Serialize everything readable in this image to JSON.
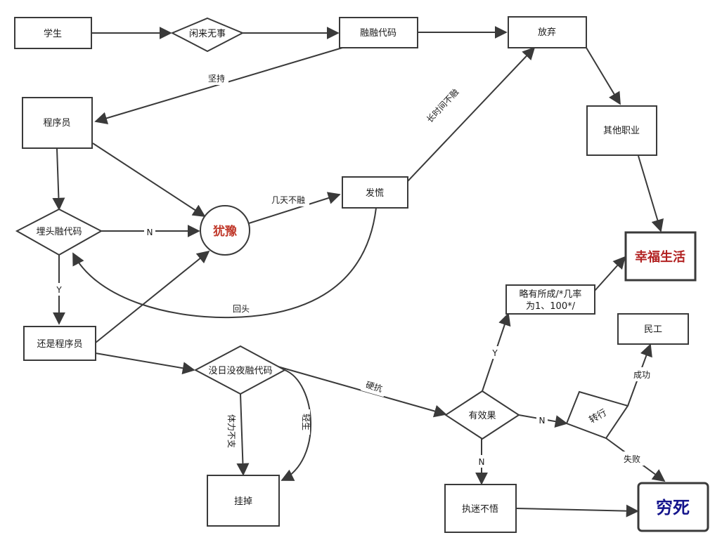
{
  "colors": {
    "line": "#3a3a3a",
    "hesitate": "#c0392b",
    "happy": "#b22222",
    "poor": "#14148c"
  },
  "nodes": {
    "student": "学生",
    "idle": "闲来无事",
    "hack_code": "融融代码",
    "give_up": "放弃",
    "programmer": "程序员",
    "other_job": "其他职业",
    "bury_head": "埋头融代码",
    "hesitate": "犹豫",
    "panic": "发慌",
    "happy_life": "幸福生活",
    "still_programmer": "还是程序员",
    "day_night": "没日没夜融代码",
    "some_success": "略有所成/*几率",
    "some_success_2": "为1、100*/",
    "worker": "民工",
    "effective": "有效果",
    "change_job": "转行",
    "die": "挂掉",
    "stubborn": "执迷不悟",
    "poor_death": "穷死"
  },
  "edge_labels": {
    "persist": "坚持",
    "long_time": "长时间不融",
    "few_days": "几天不融",
    "n_hesitate": "N",
    "y_still": "Y",
    "turn_back": "回头",
    "fight": "硬抗",
    "y_effect": "Y",
    "n_change": "N",
    "n_stubborn": "N",
    "success": "成功",
    "fail": "失败",
    "exhausted": "体力不支",
    "suicide": "轻生"
  }
}
